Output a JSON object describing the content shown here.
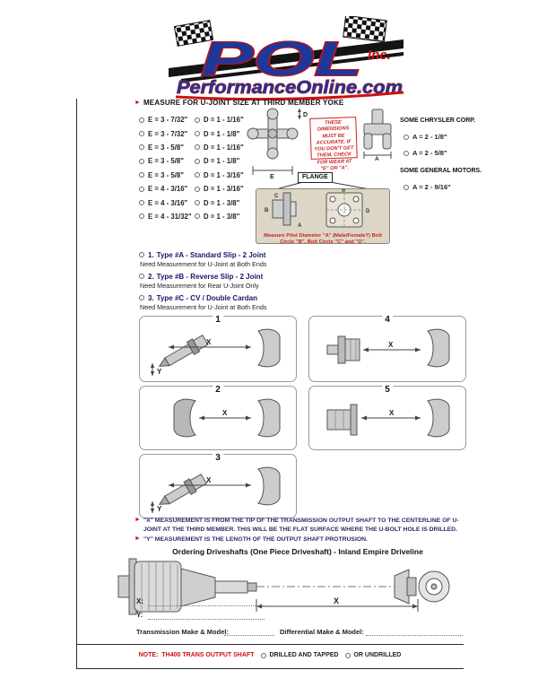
{
  "logo": {
    "brand": "POL",
    "suffix": "Inc.",
    "site": "PerformanceOnline.com"
  },
  "header": {
    "title": "MEASURE FOR U-JOINT SIZE AT THIRD MEMBER YOKE"
  },
  "measurements": [
    {
      "e": "E = 3 - 7/32\"",
      "d": "D = 1 - 1/16\""
    },
    {
      "e": "E = 3 - 7/32\"",
      "d": "D = 1 - 1/8\""
    },
    {
      "e": "E = 3 - 5/8\"",
      "d": "D = 1 - 1/16\""
    },
    {
      "e": "E = 3 - 5/8\"",
      "d": "D = 1 - 1/8\""
    },
    {
      "e": "E = 3 - 5/8\"",
      "d": "D = 1 - 3/16\""
    },
    {
      "e": "E = 4 - 3/16\"",
      "d": "D = 1 - 3/16\""
    },
    {
      "e": "E = 4 - 3/16\"",
      "d": "D = 1 - 3/8\""
    },
    {
      "e": "E = 4 - 31/32\"",
      "d": "D = 1 - 3/8\""
    }
  ],
  "warning": "THESE DIMENSIONS MUST BE ACCURATE. IF YOU DON'T GET THEM, CHECK FOR WEAR AT \"E\" OR \"A\".",
  "chrysler": {
    "title": "SOME CHRYSLER CORP.",
    "options": [
      "A = 2 - 1/8\"",
      "A = 2 - 5/8\""
    ]
  },
  "gm": {
    "title": "SOME GENERAL MOTORS.",
    "options": [
      "A = 2 - 9/16\""
    ]
  },
  "flange": {
    "label": "FLANGE",
    "note": "Measure Pilot Diameter \"A\" (Male/Female?) Bolt Circle \"B\", Bolt Circle \"C\" and \"D\"."
  },
  "types": [
    {
      "num": "1.",
      "label": "Type #A - Standard Slip - 2 Joint",
      "note": "Need Measurement for U-Joint at Both Ends"
    },
    {
      "num": "2.",
      "label": "Type #B - Reverse Slip - 2 Joint",
      "note": "Need Measurement for Rear U-Joint Only"
    },
    {
      "num": "3.",
      "label": "Type #C - CV / Double Cardan",
      "note": "Need Measurement for U-Joint at Both Ends"
    }
  ],
  "diagram_nums": [
    "1",
    "2",
    "3",
    "4",
    "5"
  ],
  "labels": {
    "x": "X",
    "y": "Y",
    "a": "A",
    "b": "B",
    "c": "C",
    "d": "D",
    "e": "E"
  },
  "notes": [
    "\"X\" MEASUREMENT IS FROM THE TIP OF THE TRANSMISSION OUTPUT SHAFT TO THE CENTERLINE OF U-JOINT AT THE THIRD MEMBER. THIS WILL BE THE FLAT SURFACE WHERE THE U-BOLT HOLE IS DRILLED.",
    "\"Y\" MEASUREMENT IS THE LENGTH OF THE OUTPUT SHAFT PROTRUSION."
  ],
  "ordering_title": "Ordering Driveshafts (One Piece Driveshaft) - Inland Empire Driveline",
  "form": {
    "x_label": "X:",
    "y_label": "Y:",
    "transmission_label": "Transmission Make & Model:",
    "differential_label": "Differential Make & Model:"
  },
  "footer": {
    "note_label": "NOTE:",
    "note_text": "TH400 TRANS OUTPUT SHAFT",
    "options": [
      "DRILLED AND TAPPED",
      "OR UNDRILLED"
    ]
  }
}
